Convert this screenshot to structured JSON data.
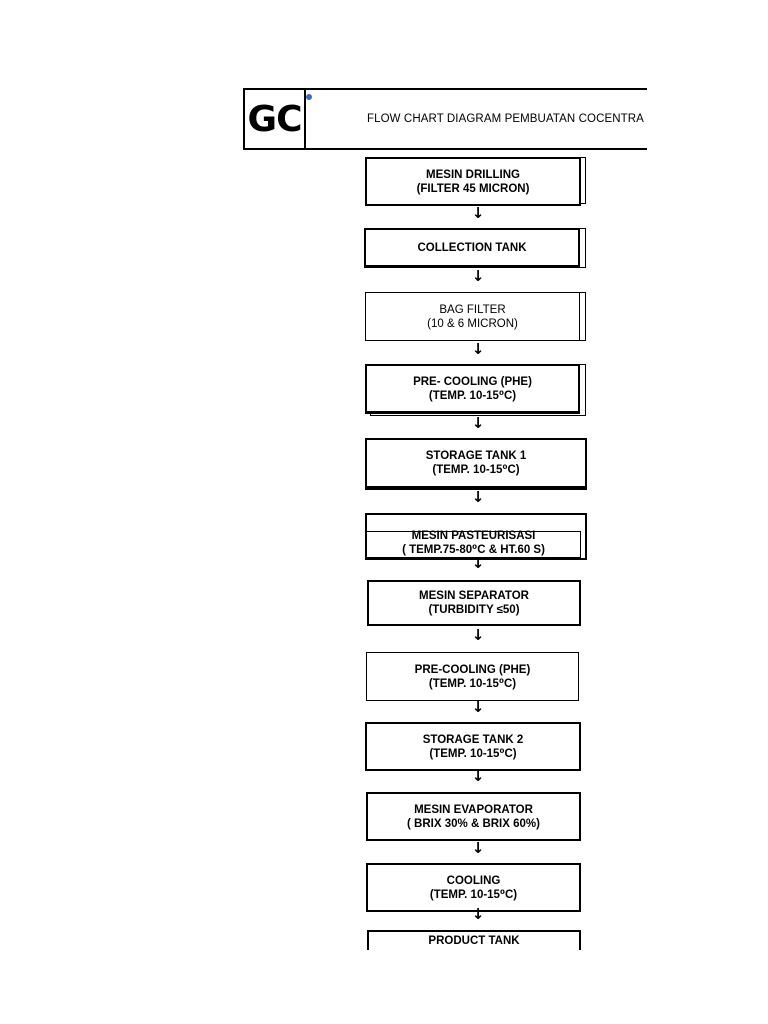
{
  "header": {
    "logo": "GC",
    "title": "FLOW CHART DIAGRAM PEMBUATAN COCENTRA"
  },
  "steps": [
    {
      "line1": "MESIN DRILLING",
      "line2": "(FILTER 45 MICRON)"
    },
    {
      "line1": "COLLECTION TANK",
      "line2": ""
    },
    {
      "line1": "BAG FILTER",
      "line2": "(10 & 6 MICRON)"
    },
    {
      "line1": "PRE- COOLING (PHE)",
      "line2": "(TEMP. 10-15⁰C)"
    },
    {
      "line1": "STORAGE TANK 1",
      "line2": "(TEMP. 10-15⁰C)"
    },
    {
      "line1": "MESIN PASTEURISASI",
      "line2": "( TEMP.75-80⁰C & HT.60 S)"
    },
    {
      "line1": "MESIN SEPARATOR",
      "line2": "(TURBIDITY ≤50)"
    },
    {
      "line1": "PRE-COOLING (PHE)",
      "line2": "(TEMP. 10-15⁰C)"
    },
    {
      "line1": "STORAGE  TANK 2",
      "line2": "(TEMP. 10-15⁰C)"
    },
    {
      "line1": "MESIN EVAPORATOR",
      "line2": "( BRIX 30% & BRIX 60%)"
    },
    {
      "line1": "COOLING",
      "line2": "(TEMP. 10-15⁰C)"
    },
    {
      "line1": "PRODUCT TANK",
      "line2": ""
    }
  ],
  "arrow_glyph": "↓"
}
